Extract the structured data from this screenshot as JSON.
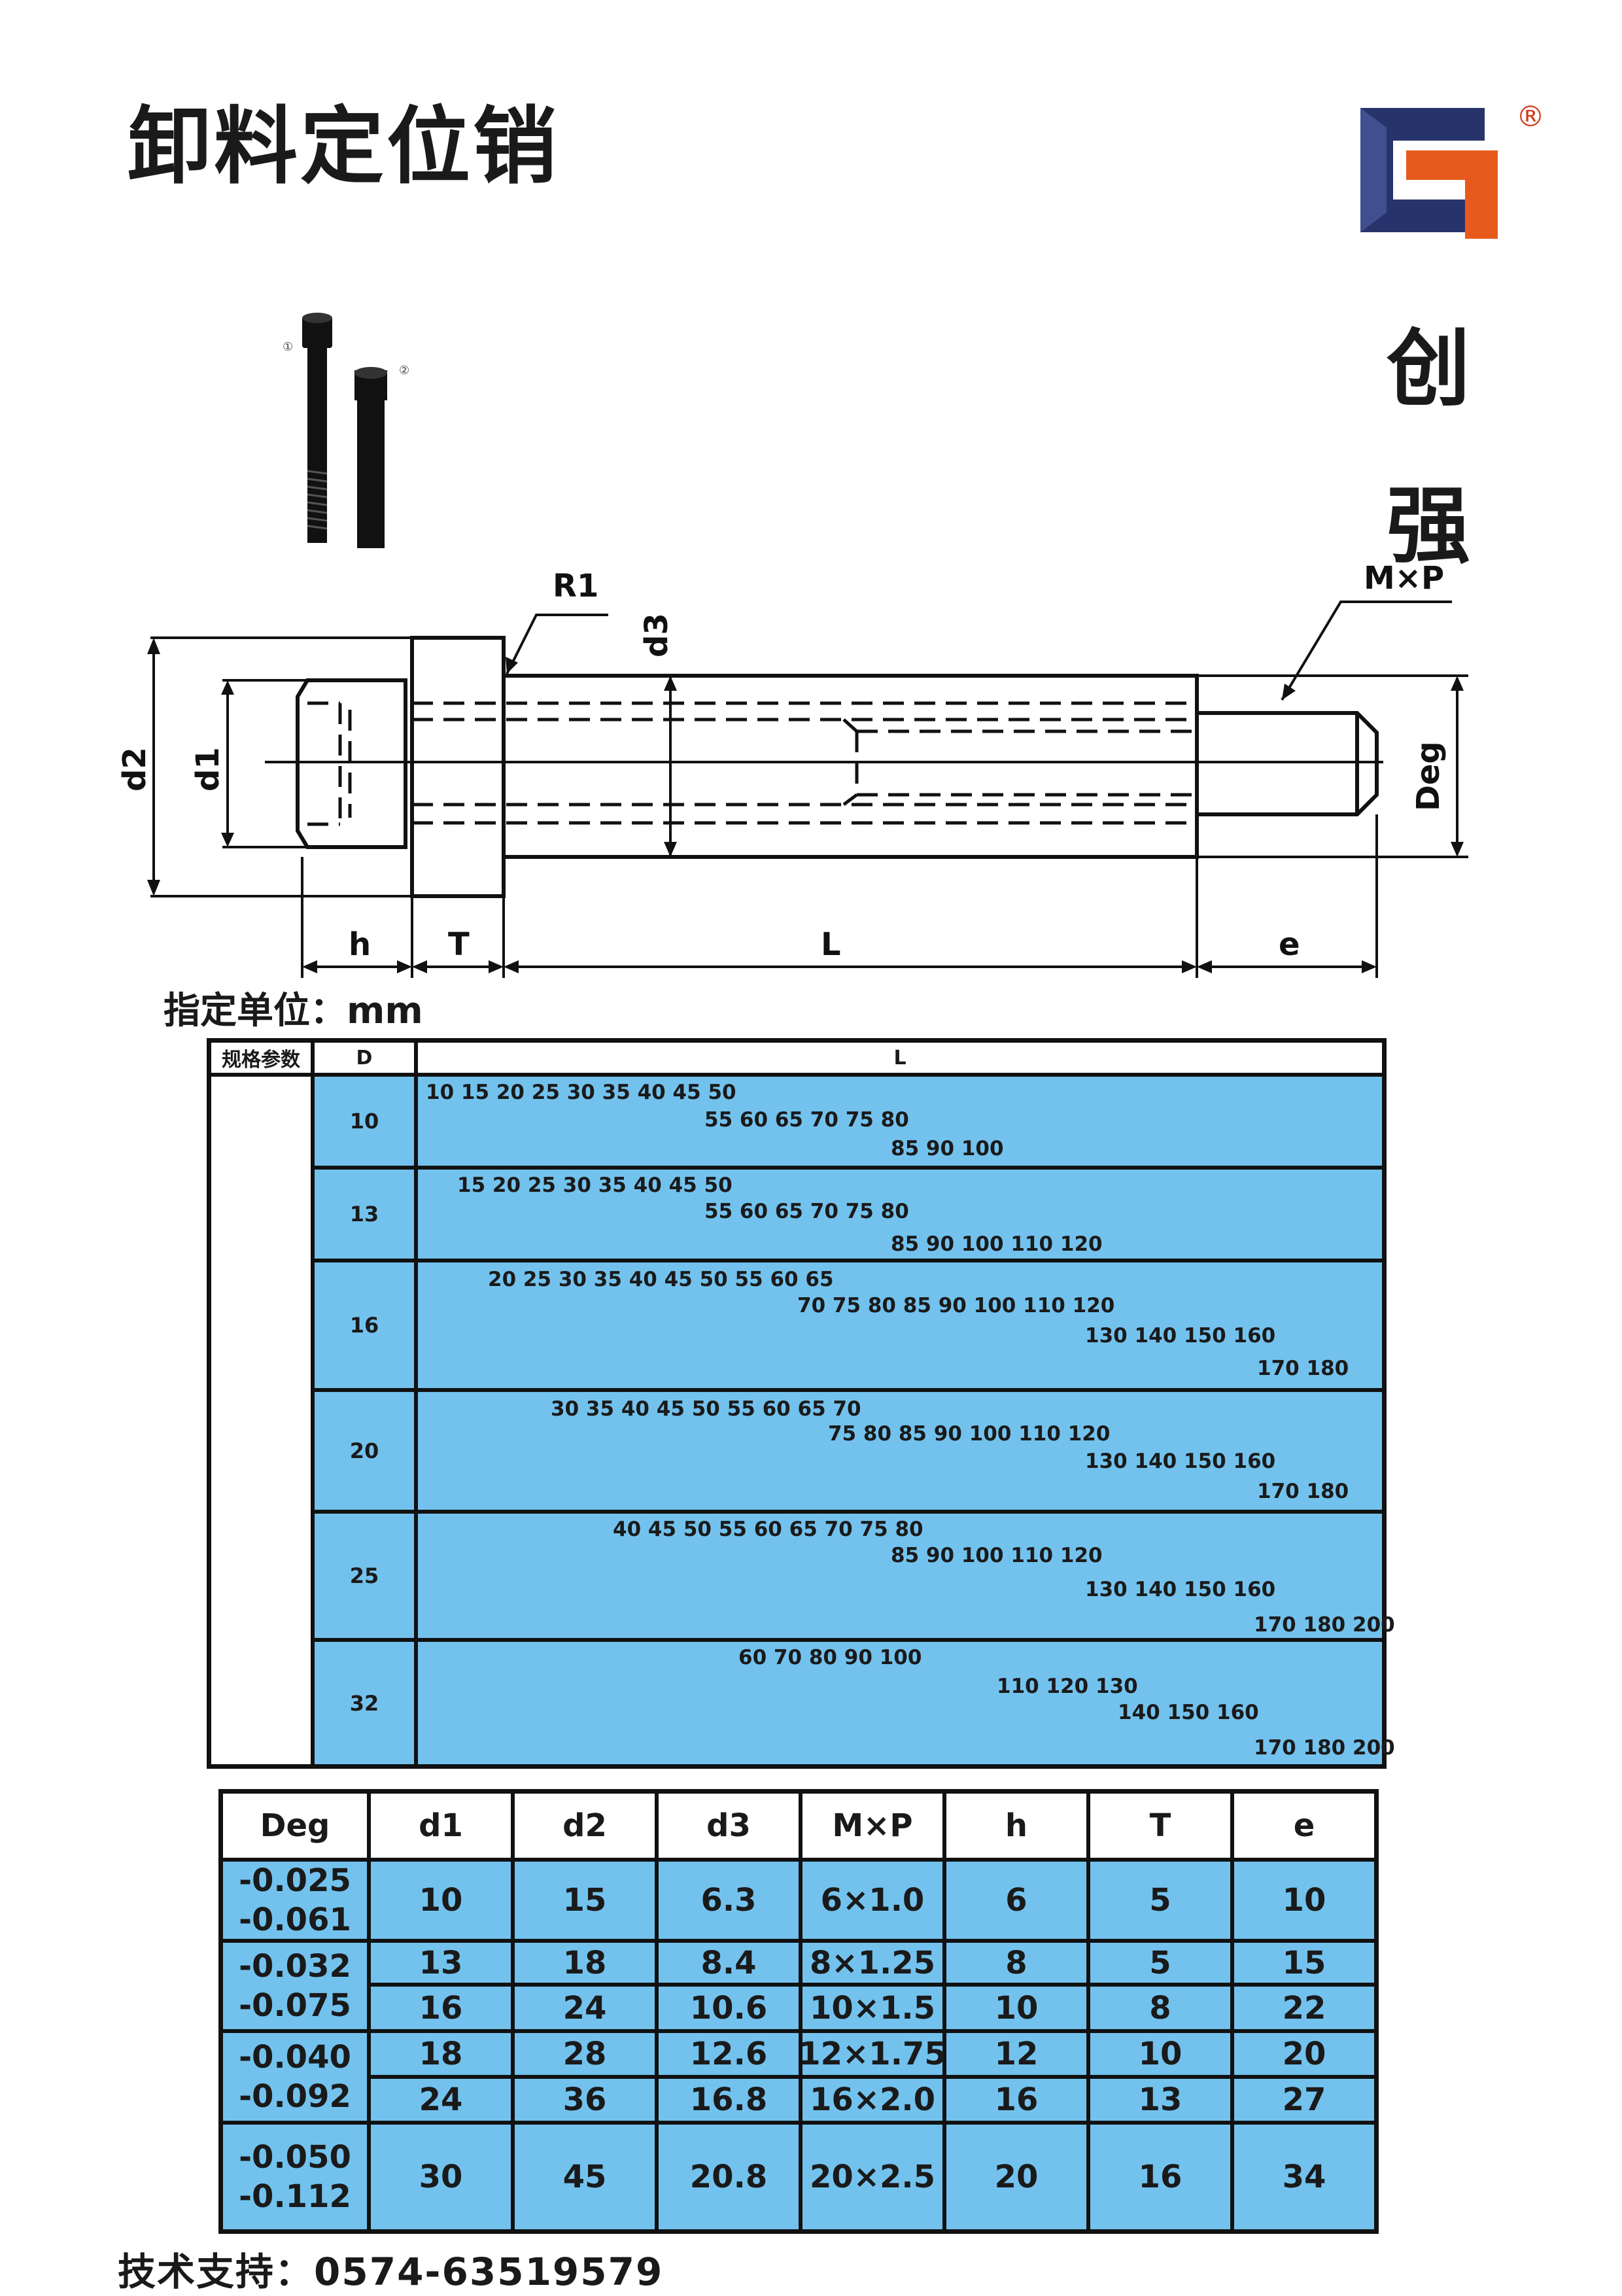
{
  "page": {
    "title": "卸料定位销",
    "brand_chars": [
      "创",
      "强"
    ],
    "unit_label": "指定单位：mm",
    "support": "技术支持：0574-63519579",
    "accent_color": "#73c2ee",
    "logo_mark": "®"
  },
  "photo": {
    "labels": [
      "①",
      "②"
    ]
  },
  "drawing": {
    "labels": {
      "r1": "R1",
      "d3": "d3",
      "mxp": "M×P",
      "d2": "d2",
      "d1": "d1",
      "deg": "Deg",
      "h": "h",
      "t": "T",
      "l": "L",
      "e": "e"
    }
  },
  "table_l": {
    "headers": {
      "spec": "规格参数",
      "d": "D",
      "l": "L"
    },
    "rows": [
      {
        "d": "10",
        "lines": [
          "10 15 20 25 30 35 40 45 50",
          "55 60 65 70 75 80",
          "85 90 100"
        ]
      },
      {
        "d": "13",
        "lines": [
          "15 20 25 30 35 40 45 50",
          "55 60 65 70 75 80",
          "85 90 100 110 120"
        ]
      },
      {
        "d": "16",
        "lines": [
          "20 25 30 35 40 45 50 55 60 65",
          "70 75 80 85 90 100 110 120",
          "130 140 150 160",
          "170 180"
        ]
      },
      {
        "d": "20",
        "lines": [
          "30 35 40 45 50 55 60 65 70",
          "75 80 85 90 100 110 120",
          "130 140 150 160",
          "170 180"
        ]
      },
      {
        "d": "25",
        "lines": [
          "40 45 50 55 60 65 70 75 80",
          "85 90 100 110 120",
          "130 140 150 160",
          "170 180 200"
        ]
      },
      {
        "d": "32",
        "lines": [
          "60  70  80  90 100",
          "110 120 130",
          "140 150 160",
          "170 180 200"
        ]
      }
    ]
  },
  "table_dim": {
    "headers": [
      "Deg",
      "d1",
      "d2",
      "d3",
      "M×P",
      "h",
      "T",
      "e"
    ],
    "deg_groups": [
      [
        "-0.025",
        "-0.061"
      ],
      [
        "-0.032",
        "-0.075"
      ],
      [
        "-0.040",
        "-0.092"
      ],
      [
        "-0.050",
        "-0.112"
      ]
    ],
    "rows": [
      [
        "10",
        "15",
        "6.3",
        "6×1.0",
        "6",
        "5",
        "10"
      ],
      [
        "13",
        "18",
        "8.4",
        "8×1.25",
        "8",
        "5",
        "15"
      ],
      [
        "16",
        "24",
        "10.6",
        "10×1.5",
        "10",
        "8",
        "22"
      ],
      [
        "18",
        "28",
        "12.6",
        "12×1.75",
        "12",
        "10",
        "20"
      ],
      [
        "24",
        "36",
        "16.8",
        "16×2.0",
        "16",
        "13",
        "27"
      ],
      [
        "30",
        "45",
        "20.8",
        "20×2.5",
        "20",
        "16",
        "34"
      ]
    ]
  }
}
